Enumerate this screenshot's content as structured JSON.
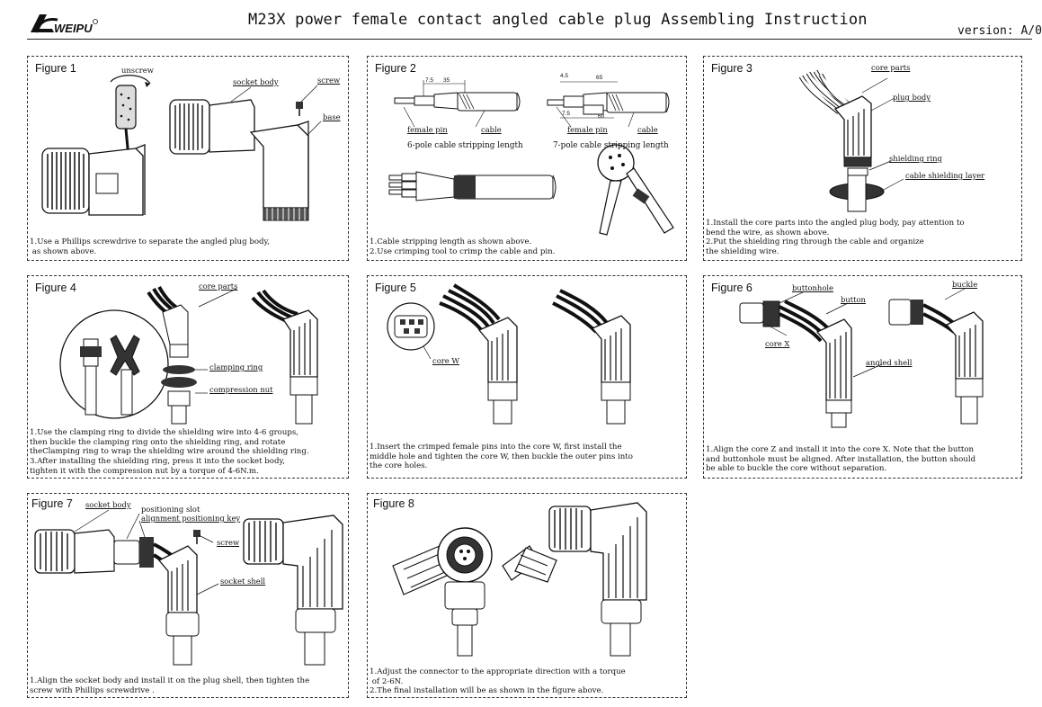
{
  "header": {
    "logo_text": "WEIPU",
    "title": "M23X power female contact angled cable plug Assembling Instruction",
    "version": "version: A/0"
  },
  "figures": {
    "f1": {
      "label": "Figure 1",
      "callouts": {
        "unscrew": "unscrew",
        "socket_body": "socket body",
        "screw": "screw",
        "base": "base"
      },
      "instruction": "1.Use a Phillips screwdrive to separate the angled plug body,\n as shown above."
    },
    "f2": {
      "label": "Figure 2",
      "dims": {
        "d1": "7.5",
        "d2": "35",
        "d3": "4.5",
        "d4": "65",
        "d5": "7.5",
        "d6": "60"
      },
      "callouts": {
        "female_pin_a": "female pin",
        "cable_a": "cable",
        "female_pin_b": "female pin",
        "cable_b": "cable"
      },
      "caption_6pole": "6-pole cable stripping length",
      "caption_7pole": "7-pole cable stripping length",
      "instruction": "1.Cable stripping length as shown above.\n2.Use crimping tool to crimp the cable and pin."
    },
    "f3": {
      "label": "Figure 3",
      "callouts": {
        "core_parts": "core parts",
        "plug_body": "plug body",
        "shielding_ring": "shielding ring",
        "cable_shielding_layer": "cable shielding layer"
      },
      "instruction": "1.Install the core parts into the angled plug body, pay attention to\nbend the wire, as shown above.\n2.Put the shielding ring through the cable and organize\nthe shielding wire."
    },
    "f4": {
      "label": "Figure 4",
      "callouts": {
        "core_parts": "core parts",
        "clamping_ring": "clamping ring",
        "compression_nut": "compression nut"
      },
      "instruction": "1.Use the clamping ring to divide the shielding wire into 4-6 groups,\nthen buckle the clamping ring onto the shielding ring, and rotate\ntheClamping ring to wrap the shielding wire around the shielding ring.\n3.After installing the shielding ring, press it into the socket body,\ntighten it with the compression nut by a torque of 4-6N.m."
    },
    "f5": {
      "label": "Figure 5",
      "callouts": {
        "core_w": "core W"
      },
      "instruction": "1.Insert the crimped female pins into the core W, first install the\nmiddle hole and tighten the core W, then buckle the outer pins into\nthe core holes."
    },
    "f6": {
      "label": "Figure 6",
      "callouts": {
        "buttonhole": "buttonhole",
        "button": "button",
        "buckle": "buckle",
        "core_x": "core X",
        "angled_shell": "angled shell"
      },
      "instruction": "1.Align the core Z and install it into the core X. Note that the button\nand buttonhole must be aligned. After installation, the button should\nbe able to buckle the core without separation."
    },
    "f7": {
      "label": "Figure 7",
      "callouts": {
        "socket_body": "socket body",
        "positioning_slot": "positioning slot",
        "alignment_key": "alignment positioning key",
        "screw": "screw",
        "socket_shell": "socket shell"
      },
      "instruction": "1.Align the socket body and install it on the plug shell, then tighten the\nscrew with Phillips screwdrive ."
    },
    "f8": {
      "label": "Figure 8",
      "instruction": "1.Adjust the connector to the appropriate direction with a torque\n of 2-6N.\n2.The final installation will be as shown in the figure above."
    }
  }
}
